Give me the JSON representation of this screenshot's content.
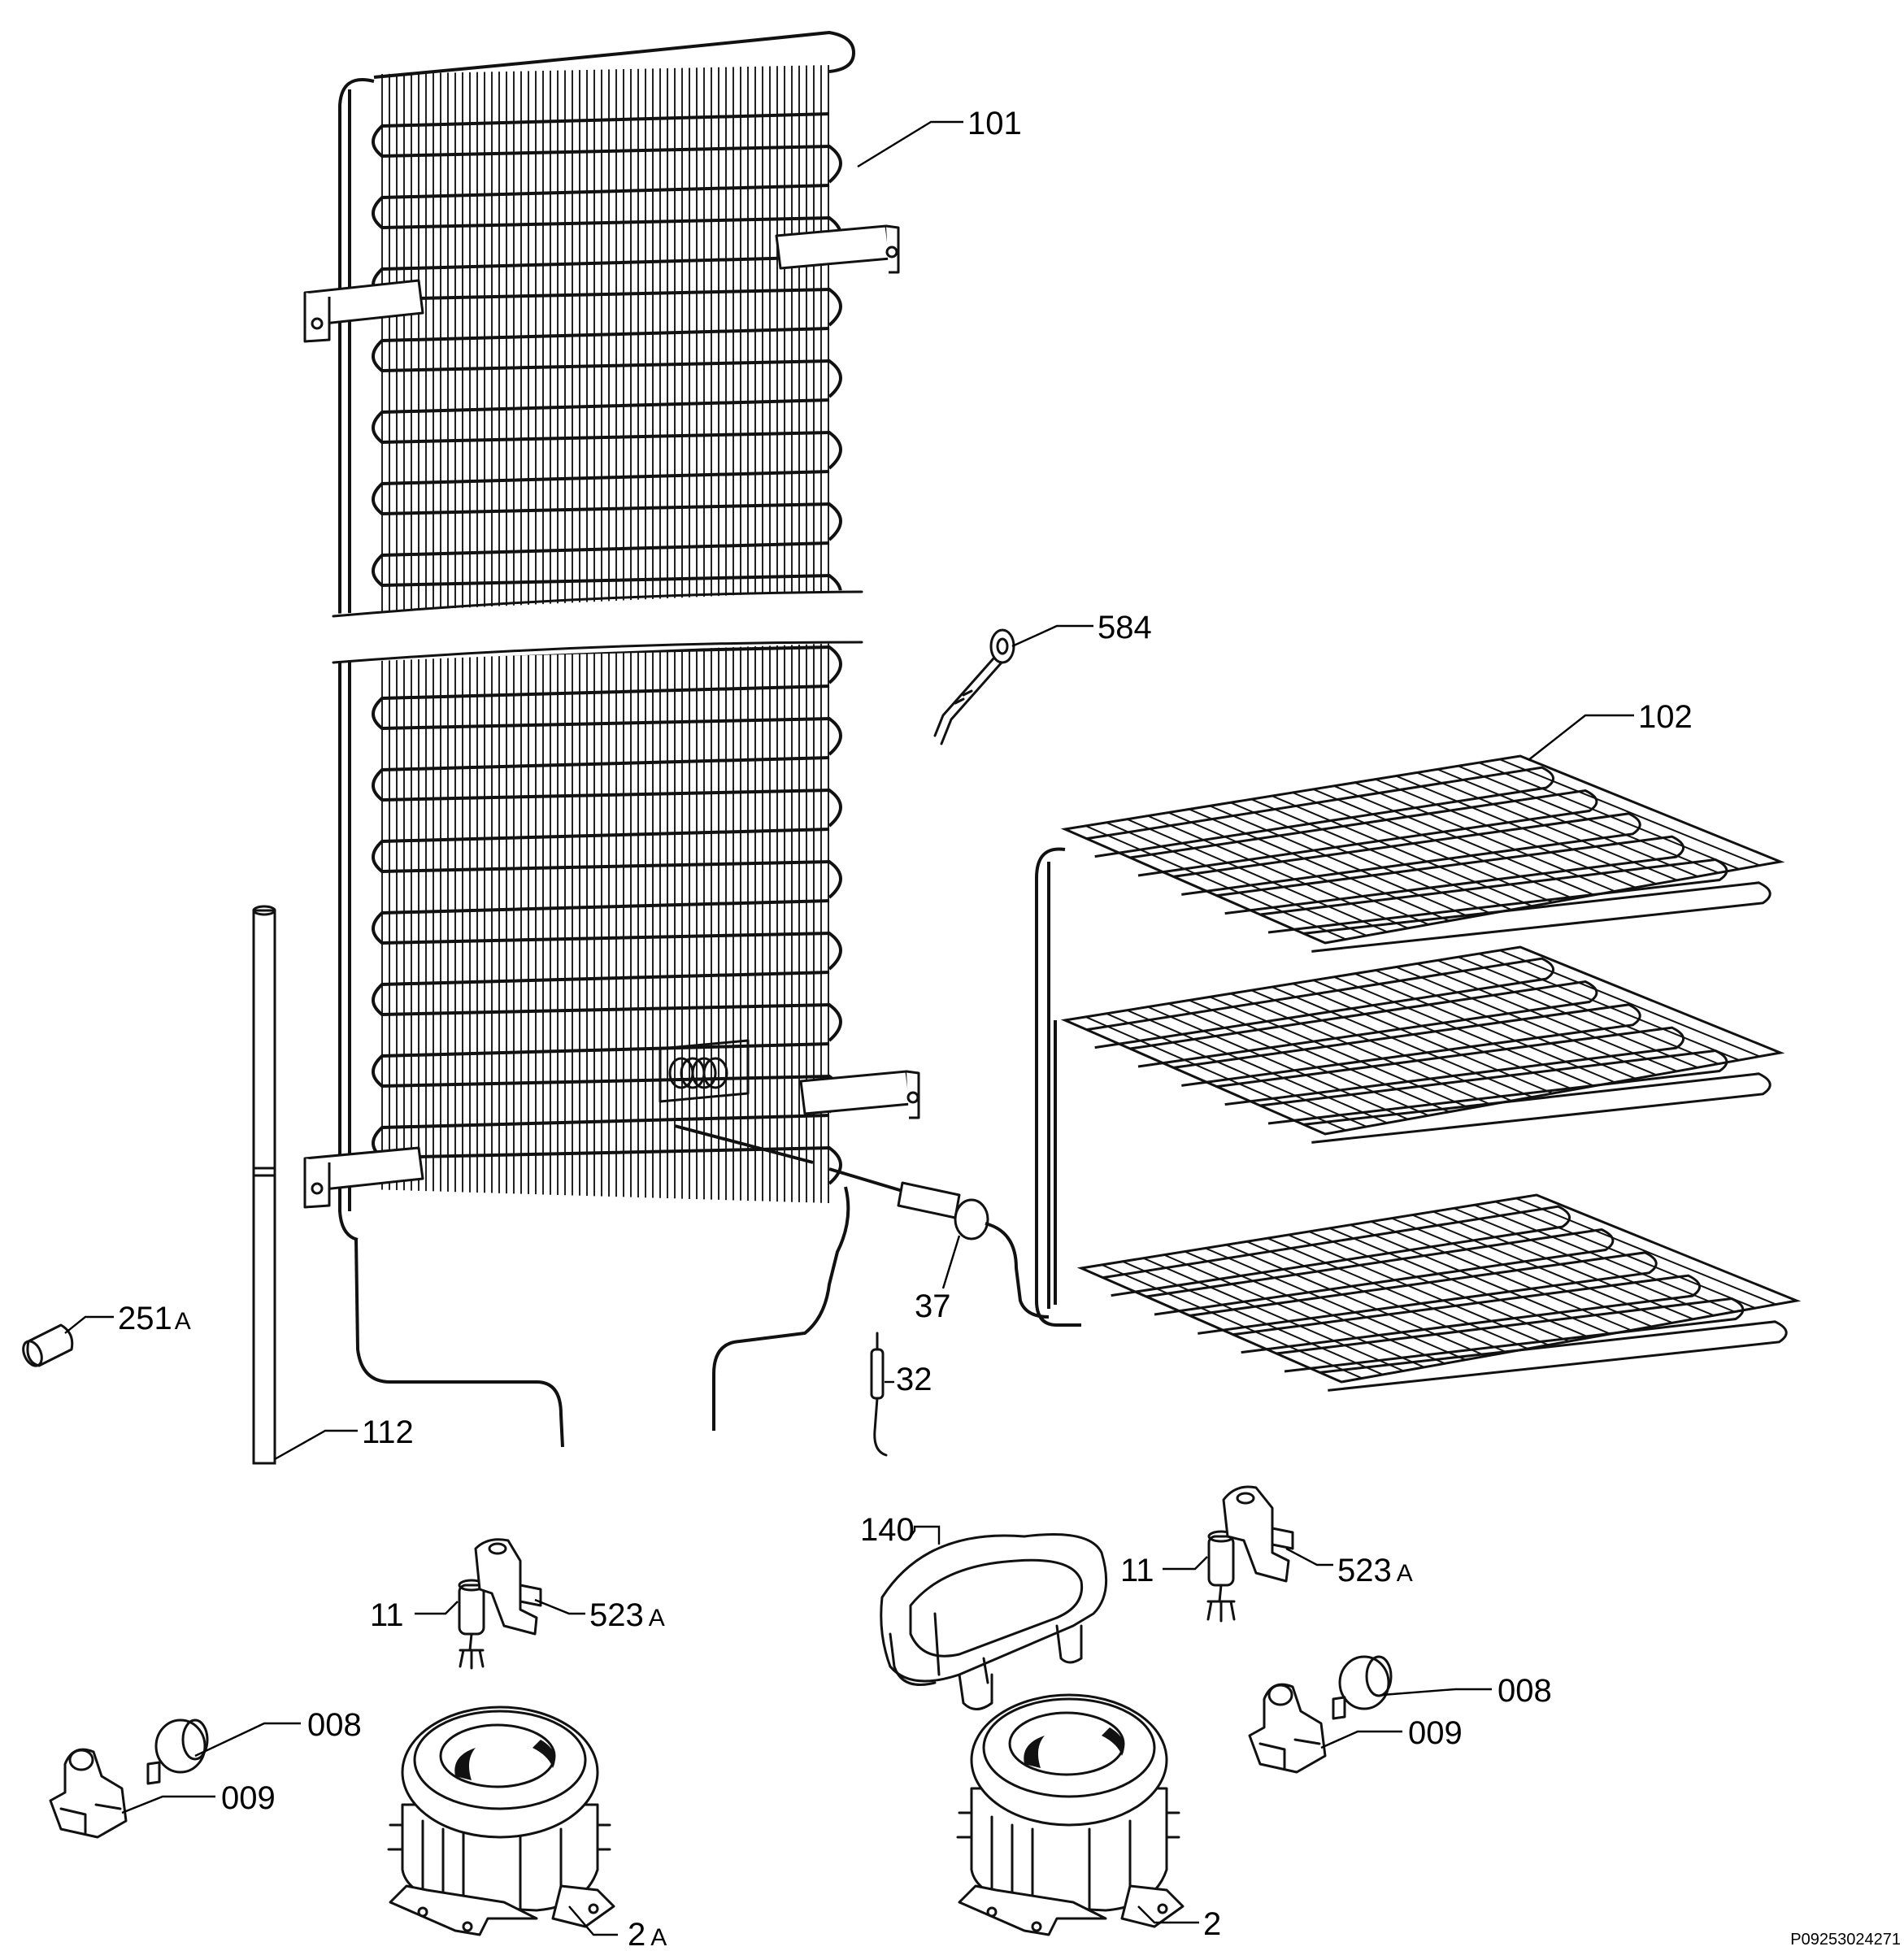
{
  "diagram": {
    "drawing_code": "P09253024271",
    "parts": [
      {
        "id": "condenser",
        "number": "101",
        "suffix": ""
      },
      {
        "id": "evaporator",
        "number": "102",
        "suffix": ""
      },
      {
        "id": "clip",
        "number": "584",
        "suffix": ""
      },
      {
        "id": "dryer",
        "number": "37",
        "suffix": ""
      },
      {
        "id": "capillary-fitting",
        "number": "32",
        "suffix": ""
      },
      {
        "id": "drain-tube",
        "number": "112",
        "suffix": ""
      },
      {
        "id": "plug",
        "number": "251",
        "suffix": "A"
      },
      {
        "id": "drip-tray",
        "number": "140",
        "suffix": ""
      },
      {
        "id": "left-capacitor",
        "number": "11",
        "suffix": ""
      },
      {
        "id": "left-bracket",
        "number": "523",
        "suffix": "A"
      },
      {
        "id": "left-overload",
        "number": "008",
        "suffix": ""
      },
      {
        "id": "left-relay",
        "number": "009",
        "suffix": ""
      },
      {
        "id": "left-compressor",
        "number": "2",
        "suffix": "A"
      },
      {
        "id": "right-capacitor",
        "number": "11",
        "suffix": ""
      },
      {
        "id": "right-bracket",
        "number": "523",
        "suffix": "A"
      },
      {
        "id": "right-overload",
        "number": "008",
        "suffix": ""
      },
      {
        "id": "right-relay",
        "number": "009",
        "suffix": ""
      },
      {
        "id": "right-compressor",
        "number": "2",
        "suffix": ""
      }
    ]
  }
}
